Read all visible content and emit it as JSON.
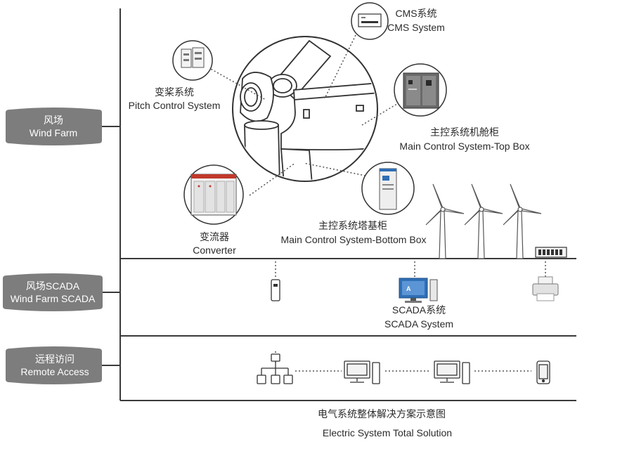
{
  "side_tabs": {
    "wind_farm": {
      "cn": "风场",
      "en": "Wind Farm"
    },
    "scada": {
      "cn": "风场SCADA",
      "en": "Wind Farm SCADA"
    },
    "remote": {
      "cn": "远程访问",
      "en": "Remote Access"
    }
  },
  "components": {
    "cms": {
      "cn": "CMS系统",
      "en": "CMS System"
    },
    "pitch": {
      "cn": "变桨系统",
      "en": "Pitch Control System"
    },
    "top_box": {
      "cn": "主控系统机舱柜",
      "en": "Main Control System-Top Box"
    },
    "converter": {
      "cn": "变流器",
      "en": "Converter"
    },
    "bottom_box": {
      "cn": "主控系统塔基柜",
      "en": "Main Control System-Bottom Box"
    },
    "scada_sys": {
      "cn": "SCADA系统",
      "en": "SCADA System"
    }
  },
  "caption": {
    "cn": "电气系统整体解决方案示意图",
    "en": "Electric System Total Solution"
  },
  "colors": {
    "tab": "#7d7d7d",
    "line": "#3a3a3a",
    "dotted": "#555555",
    "accent_blue": "#2f6fb5",
    "accent_red": "#c0392b"
  }
}
